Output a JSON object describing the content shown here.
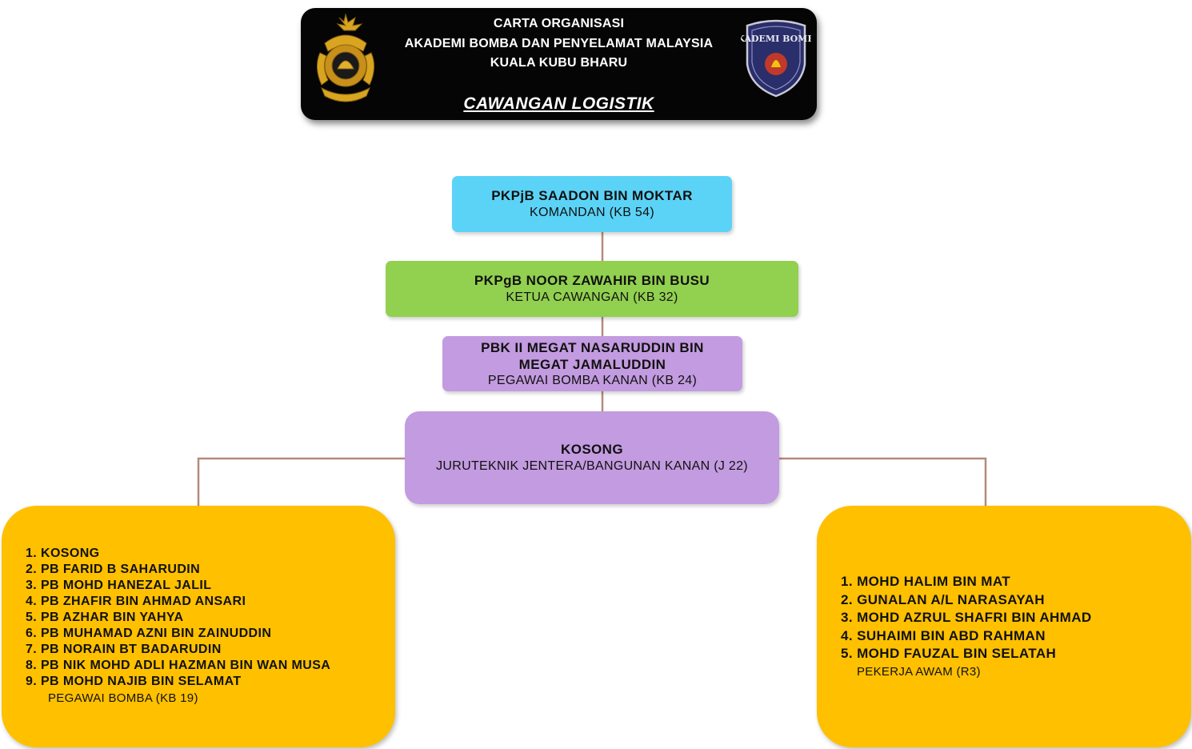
{
  "header": {
    "line1": "CARTA ORGANISASI",
    "line2": "AKADEMI BOMBA DAN PENYELAMAT MALAYSIA",
    "line3": "KUALA KUBU BHARU",
    "subtitle": "CAWANGAN  LOGISTIK",
    "logo_left": "bomba-crest-icon",
    "logo_right_text": "AKADEMI BOMBA"
  },
  "boxes": {
    "komandan": {
      "name": "PKPjB  SAADON BIN MOKTAR",
      "title": "KOMANDAN (KB 54)",
      "color": "#5bd3f7"
    },
    "ketua": {
      "name": "PKPgB NOOR ZAWAHIR BIN BUSU",
      "title": "KETUA CAWANGAN (KB 32)",
      "color": "#92d050"
    },
    "pegawai_kanan": {
      "name1": "PBK II MEGAT NASARUDDIN BIN",
      "name2": "MEGAT JAMALUDDIN",
      "title": "PEGAWAI BOMBA KANAN (KB 24)",
      "color": "#c39be0"
    },
    "juruteknik": {
      "name": "KOSONG",
      "title": "JURUTEKNIK JENTERA/BANGUNAN KANAN (J 22)",
      "color": "#c39be0"
    }
  },
  "left_list": {
    "items": [
      "1. KOSONG",
      "2. PB  FARID B SAHARUDIN",
      "3. PB  MOHD HANEZAL JALIL",
      "4. PB  ZHAFIR BIN AHMAD ANSARI",
      "5. PB  AZHAR BIN YAHYA",
      "6. PB  MUHAMAD AZNI BIN ZAINUDDIN",
      "7. PB  NORAIN BT BADARUDIN",
      "8. PB  NIK MOHD ADLI HAZMAN BIN WAN MUSA",
      "9. PB  MOHD NAJIB BIN SELAMAT"
    ],
    "footer": "PEGAWAI BOMBA (KB 19)"
  },
  "right_list": {
    "items": [
      "1. MOHD HALIM BIN MAT",
      "2. GUNALAN A/L NARASAYAH",
      "3. MOHD AZRUL SHAFRI BIN AHMAD",
      "4. SUHAIMI BIN ABD RAHMAN",
      "5. MOHD FAUZAL BIN SELATAH"
    ],
    "footer": "PEKERJA AWAM (R3)"
  },
  "colors": {
    "connector": "#b58a7c",
    "list_fill": "#ffc000",
    "header_fill": "#050505"
  }
}
